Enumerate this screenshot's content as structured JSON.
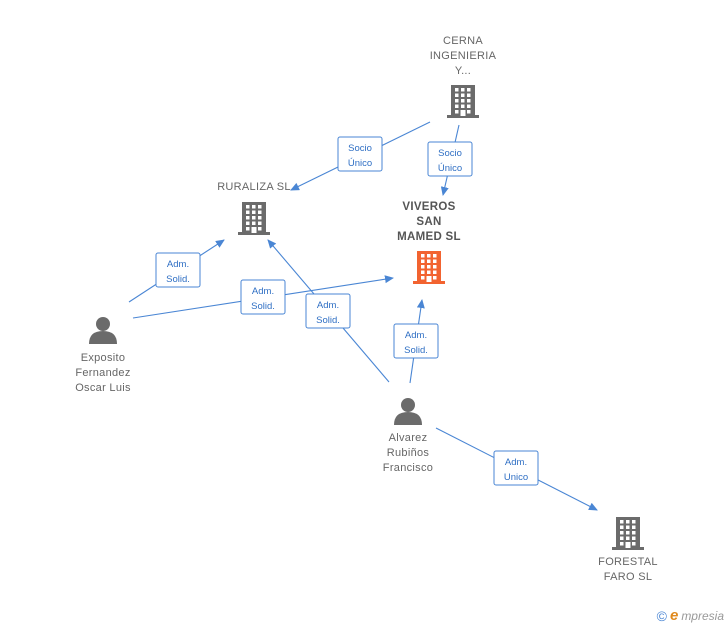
{
  "nodes": [
    {
      "id": "cerna",
      "type": "company",
      "lines": [
        "CERNA",
        "INGENIERIA",
        "Y..."
      ],
      "color": "#6b6b6b"
    },
    {
      "id": "ruraliza",
      "type": "company",
      "lines": [
        "RURALIZA  SL"
      ],
      "color": "#6b6b6b"
    },
    {
      "id": "viveros",
      "type": "company",
      "lines": [
        "VIVEROS",
        "SAN",
        "MAMED  SL"
      ],
      "color": "#f26330",
      "focus": true
    },
    {
      "id": "exposito",
      "type": "person",
      "lines": [
        "Exposito",
        "Fernandez",
        "Oscar Luis"
      ],
      "color": "#6b6b6b"
    },
    {
      "id": "alvarez",
      "type": "person",
      "lines": [
        "Alvarez",
        "Rubiños",
        "Francisco"
      ],
      "color": "#6b6b6b"
    },
    {
      "id": "forestal",
      "type": "company",
      "lines": [
        "FORESTAL",
        "FARO  SL"
      ],
      "color": "#6b6b6b"
    }
  ],
  "edges": [
    {
      "from": "cerna",
      "to": "ruraliza",
      "label": [
        "Socio",
        "Único"
      ]
    },
    {
      "from": "cerna",
      "to": "viveros",
      "label": [
        "Socio",
        "Único"
      ]
    },
    {
      "from": "exposito",
      "to": "ruraliza",
      "label": [
        "Adm.",
        "Solid."
      ]
    },
    {
      "from": "exposito",
      "to": "viveros",
      "label": [
        "Adm.",
        "Solid."
      ]
    },
    {
      "from": "alvarez",
      "to": "ruraliza",
      "label": [
        "Adm.",
        "Solid."
      ]
    },
    {
      "from": "alvarez",
      "to": "viveros",
      "label": [
        "Adm.",
        "Solid."
      ]
    },
    {
      "from": "alvarez",
      "to": "forestal",
      "label": [
        "Adm.",
        "Unico"
      ]
    }
  ],
  "footer": {
    "copyright": "©",
    "brand_initial": "e",
    "brand_rest": "mpresia"
  },
  "colors": {
    "edge": "#4a86d4",
    "node": "#6b6b6b",
    "focus": "#f26330"
  }
}
